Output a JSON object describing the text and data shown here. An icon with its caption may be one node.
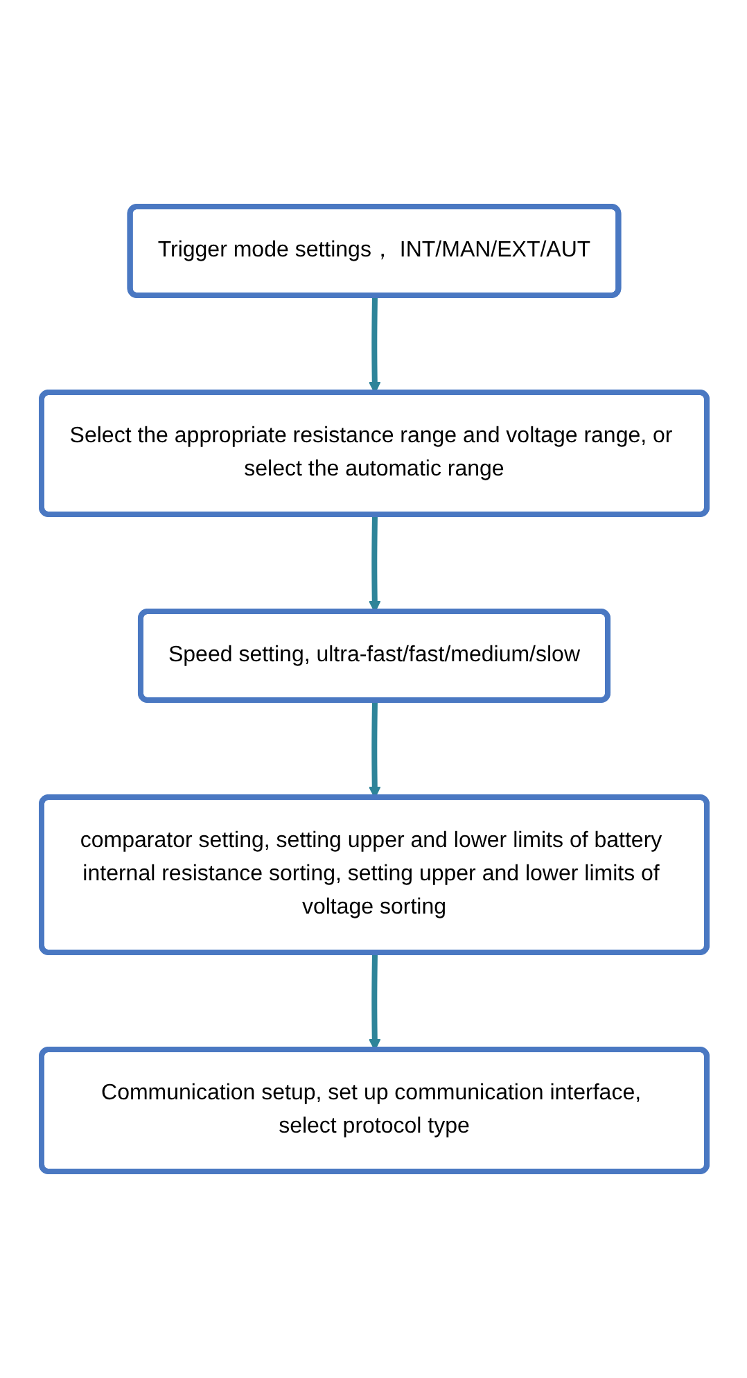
{
  "diagram": {
    "nodes": [
      {
        "text": [
          "Trigger mode settings， INT/MAN/EXT/AUT"
        ]
      },
      {
        "text": [
          "Select the appropriate resistance range and voltage range, or select the automatic range"
        ]
      },
      {
        "text": [
          "Speed setting, ultra-fast/fast/medium/slow"
        ]
      },
      {
        "text": [
          "comparator setting, setting upper and lower limits of battery internal resistance sorting, setting upper and lower limits of voltage sorting"
        ]
      },
      {
        "text": [
          "Communication setup, set up communication interface, select protocol type"
        ]
      }
    ],
    "edges": [
      {
        "from": 0,
        "to": 1,
        "arrow": "to"
      },
      {
        "from": 1,
        "to": 2,
        "arrow": "to"
      },
      {
        "from": 2,
        "to": 3,
        "arrow": "to"
      },
      {
        "from": 3,
        "to": 4,
        "arrow": "to"
      }
    ]
  }
}
